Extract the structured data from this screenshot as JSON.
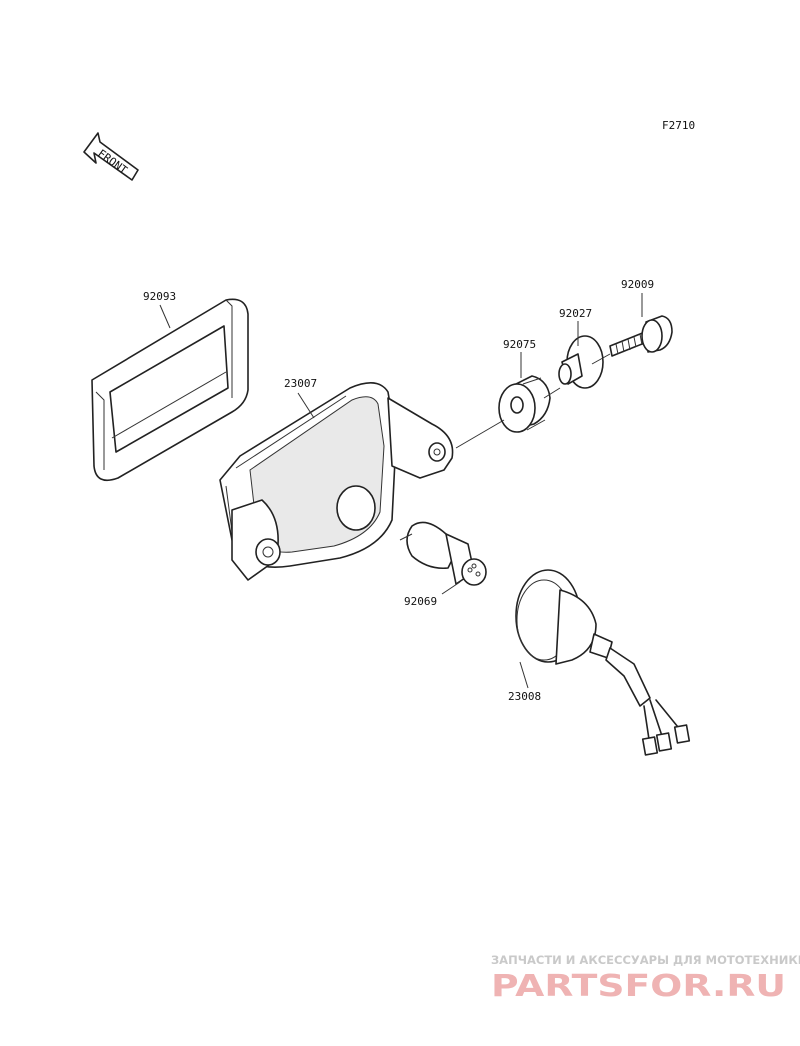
{
  "figure_code": "F2710",
  "front_label": "FRONT",
  "parts": [
    {
      "number": "92093"
    },
    {
      "number": "23007"
    },
    {
      "number": "92075"
    },
    {
      "number": "92027"
    },
    {
      "number": "92009"
    },
    {
      "number": "92069"
    },
    {
      "number": "23008"
    }
  ],
  "watermark": {
    "subtitle": "ЗАПЧАСТИ И АКСЕССУАРЫ ДЛЯ МОТОТЕХНИКИ",
    "brand": "PARTSFOR.RU",
    "color": "#e38a8a"
  }
}
